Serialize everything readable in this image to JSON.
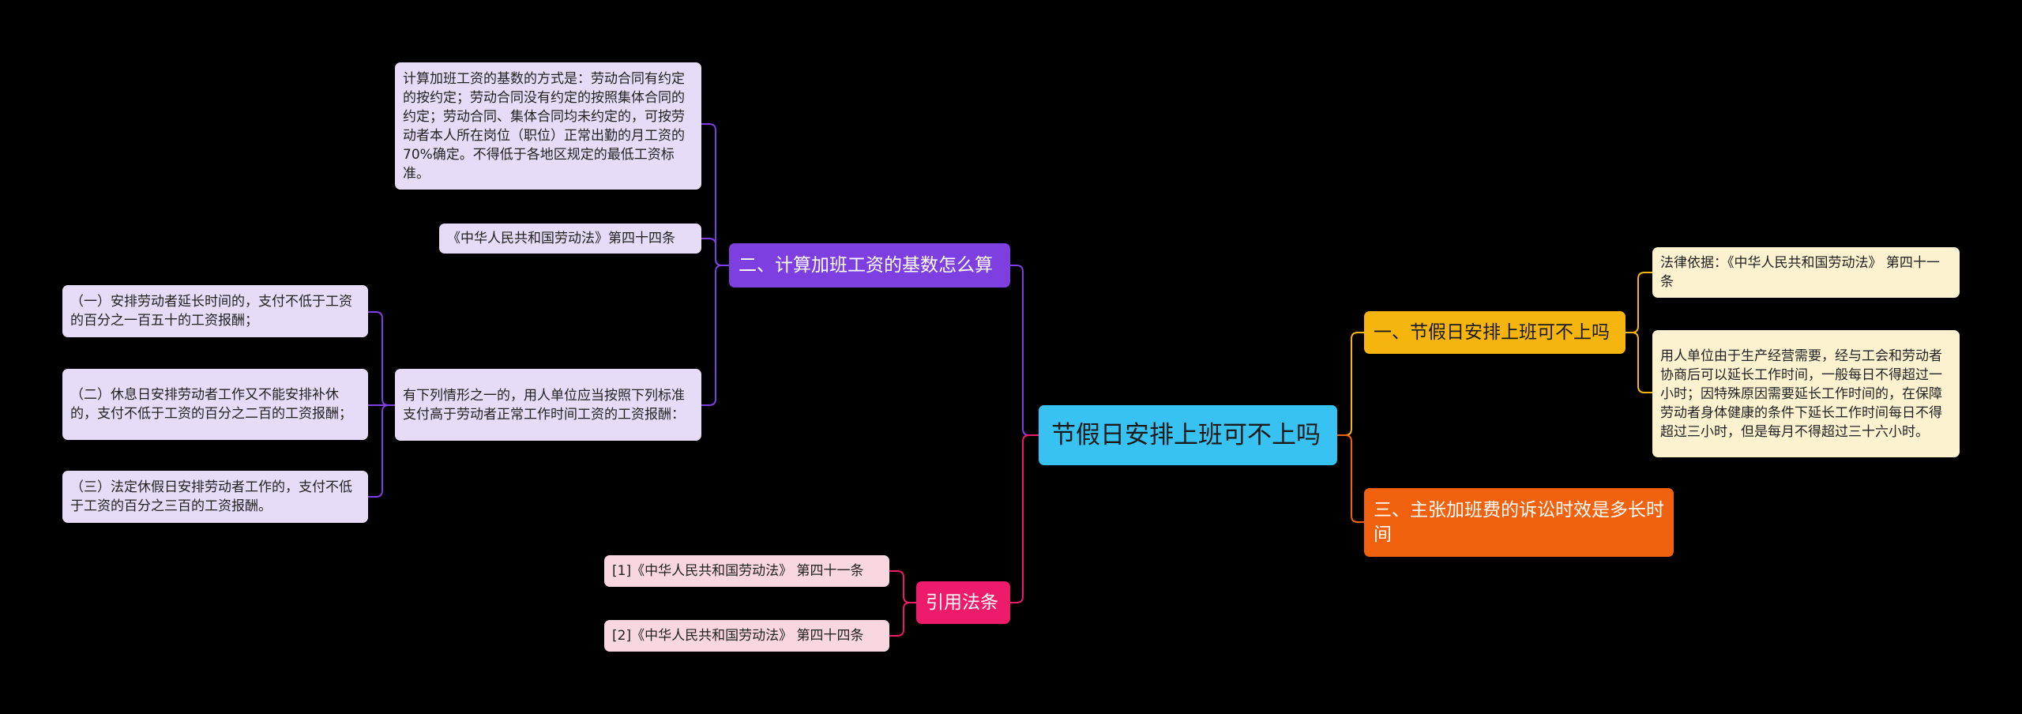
{
  "colors": {
    "background": "#000000",
    "root": "#38c2f2",
    "branch_purple": "#7e3fe0",
    "branch_yellow": "#f5b50c",
    "branch_orange": "#f2620e",
    "branch_pink": "#ee1a6a"
  },
  "mindmap": {
    "root": "节假日安排上班可不上吗",
    "branch_1": {
      "title": "一、节假日安排上班可不上吗",
      "children": [
        "法律依据：《中华人民共和国劳动法》 第四十一条",
        "用人单位由于生产经营需要，经与工会和劳动者协商后可以延长工作时间，一般每日不得超过一小时；因特殊原因需要延长工作时间的，在保障劳动者身体健康的条件下延长工作时间每日不得超过三小时，但是每月不得超过三十六小时。"
      ]
    },
    "branch_2": {
      "title": "二、计算加班工资的基数怎么算",
      "children": [
        "计算加班工资的基数的方式是：劳动合同有约定的按约定；劳动合同没有约定的按照集体合同的约定；劳动合同、集体合同均未约定的，可按劳动者本人所在岗位（职位）正常出勤的月工资的70%确定。不得低于各地区规定的最低工资标准。",
        "《中华人民共和国劳动法》第四十四条",
        "有下列情形之一的，用人单位应当按照下列标准支付高于劳动者正常工作时间工资的工资报酬："
      ],
      "sub_children": [
        "（一）安排劳动者延长时间的，支付不低于工资的百分之一百五十的工资报酬；",
        "（二）休息日安排劳动者工作又不能安排补休的，支付不低于工资的百分之二百的工资报酬；",
        "（三）法定休假日安排劳动者工作的，支付不低于工资的百分之三百的工资报酬。"
      ]
    },
    "branch_3": {
      "title": "三、主张加班费的诉讼时效是多长时间"
    },
    "branch_4": {
      "title": "引用法条",
      "children": [
        "[1]《中华人民共和国劳动法》 第四十一条",
        "[2]《中华人民共和国劳动法》 第四十四条"
      ]
    }
  }
}
